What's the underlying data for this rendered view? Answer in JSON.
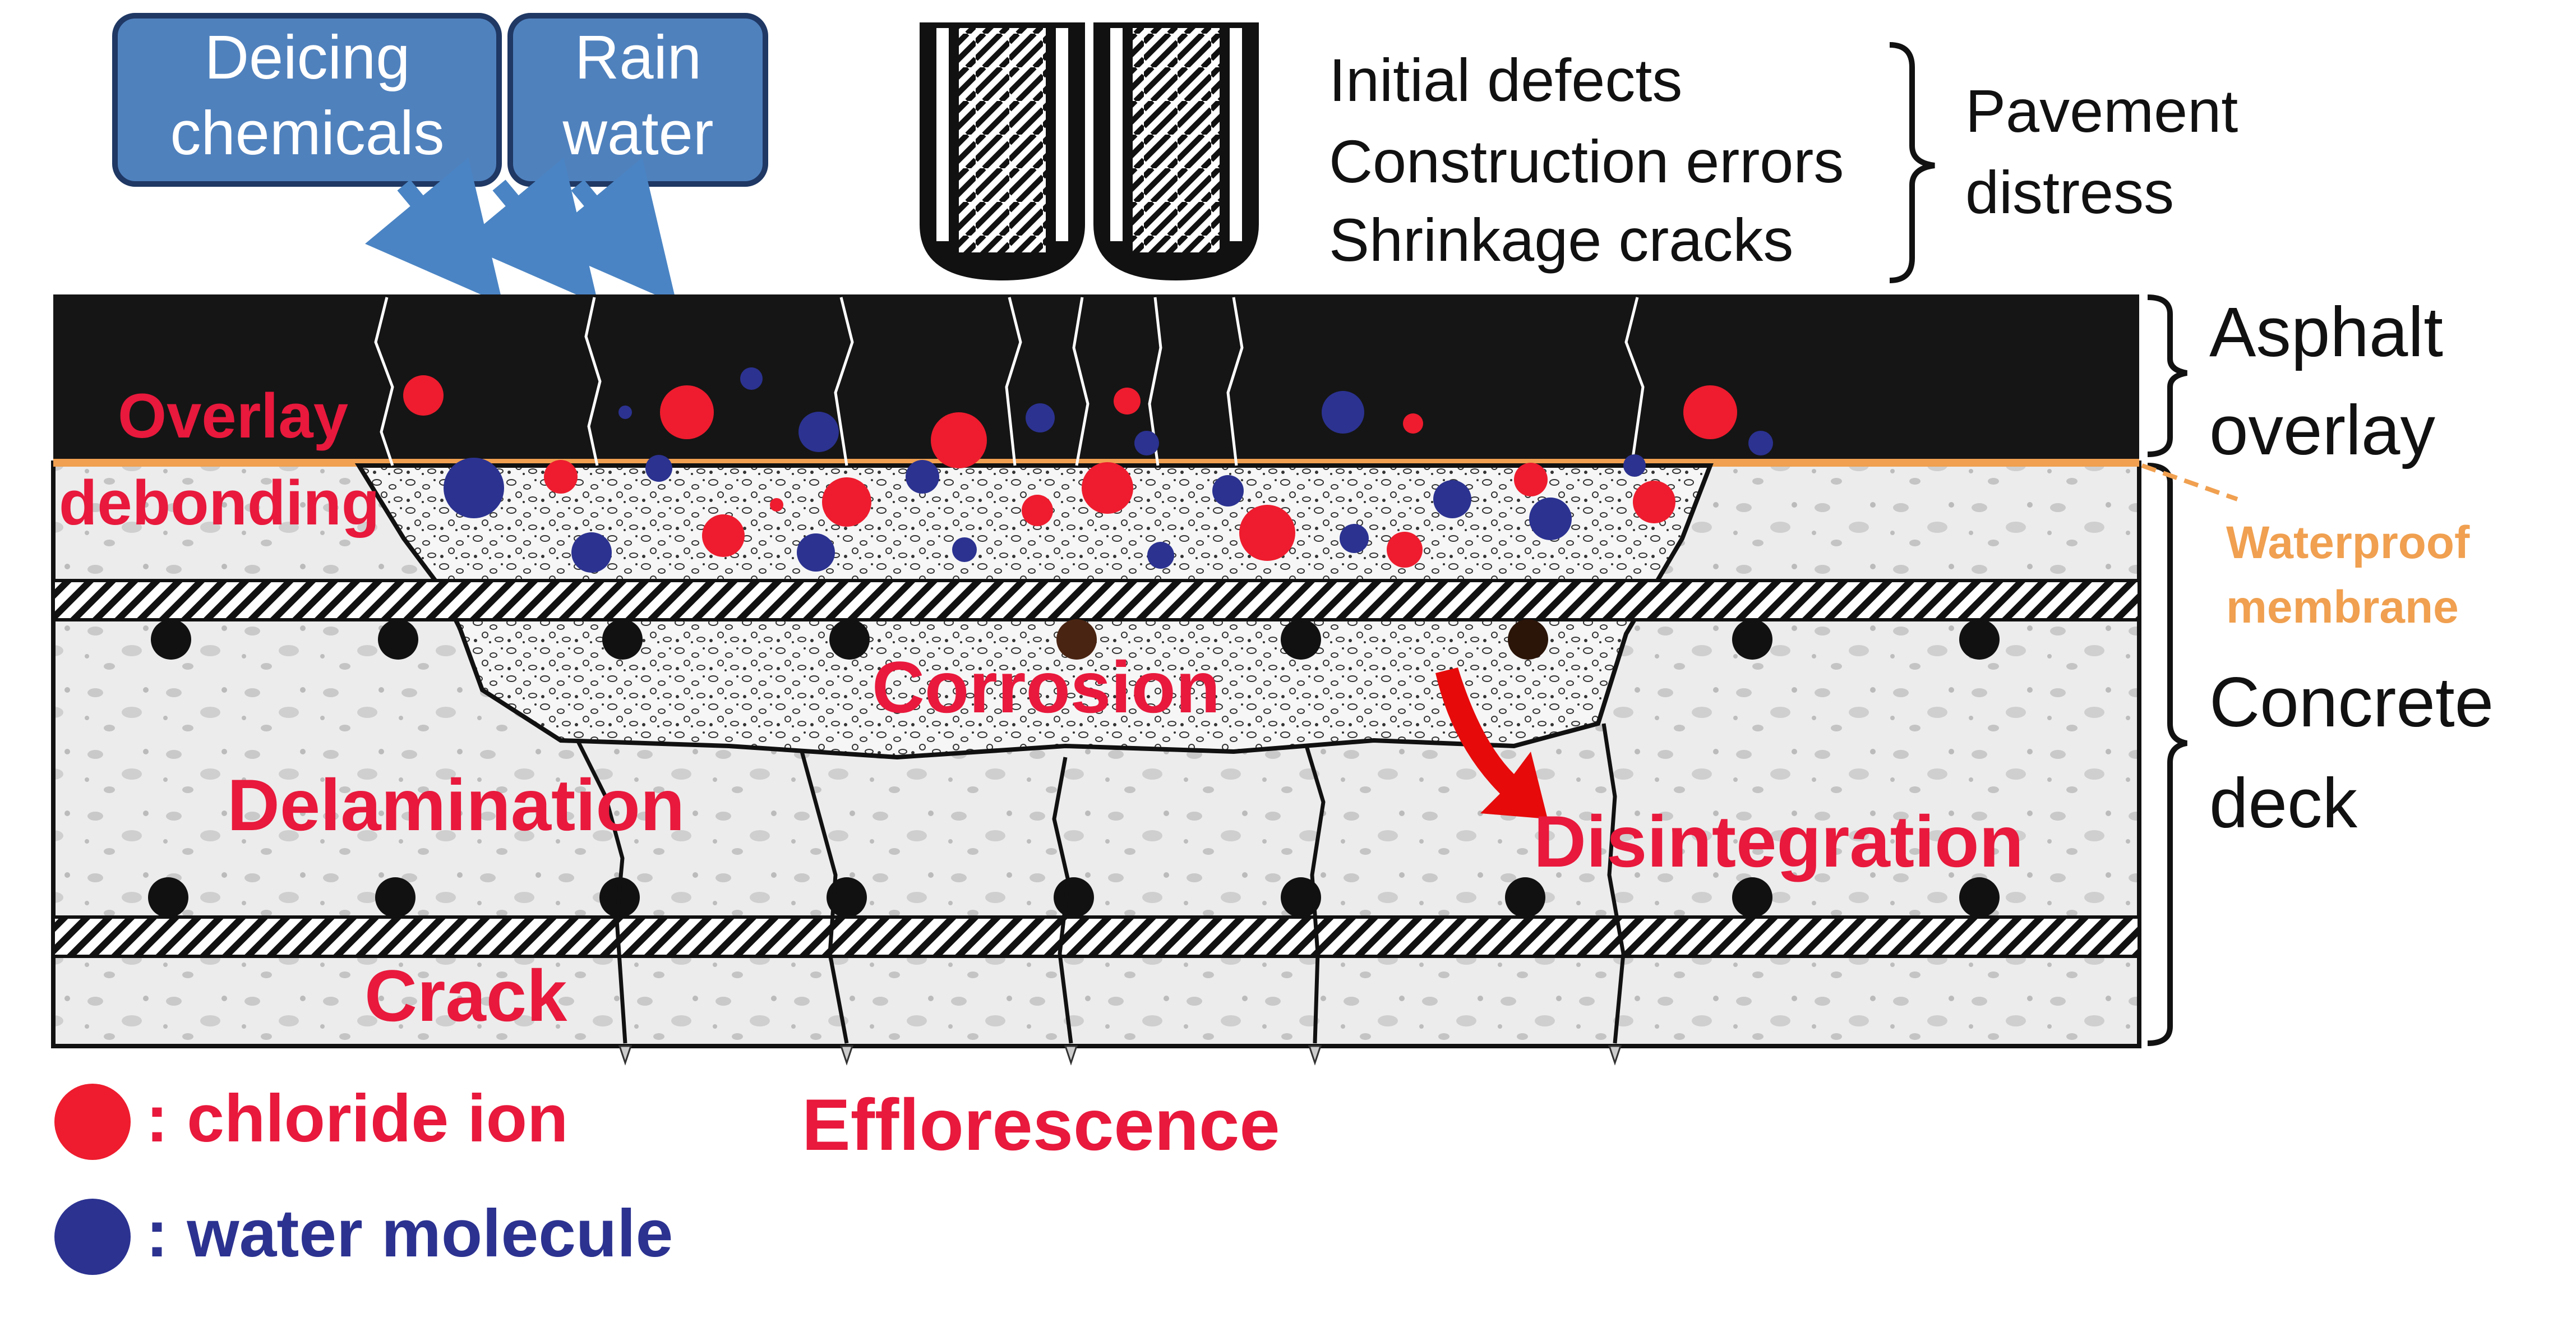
{
  "sources": {
    "deicing": [
      "Deicing",
      "chemicals"
    ],
    "rain": [
      "Rain",
      "water"
    ]
  },
  "distress": {
    "causes": [
      "Initial defects",
      "Construction errors",
      "Shrinkage cracks"
    ],
    "result": [
      "Pavement",
      "distress"
    ]
  },
  "layers": {
    "asphalt": [
      "Asphalt",
      "overlay"
    ],
    "membrane": [
      "Waterproof",
      "membrane"
    ],
    "concrete": [
      "Concrete",
      "deck"
    ]
  },
  "damage": {
    "overlay": "Overlay",
    "debonding": "debonding",
    "corrosion": "Corrosion",
    "delamination": "Delamination",
    "disintegration": "Disintegration",
    "crack": "Crack",
    "efflorescence": "Efflorescence"
  },
  "legend": {
    "chloride": ": chloride ion",
    "water": ": water molecule"
  },
  "colors": {
    "chloride": "#ee1c2e",
    "water": "#2b3290",
    "damage_text": "#e8193c",
    "membrane": "#f0a050",
    "box_fill": "#4f81bd",
    "box_stroke": "#1f3864",
    "arrow": "#4a84c4",
    "asphalt": "#151515",
    "concrete": "#ececec"
  }
}
